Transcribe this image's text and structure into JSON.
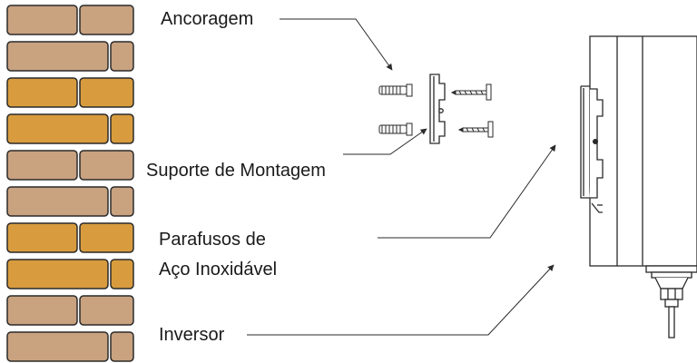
{
  "labels": {
    "anchor": "Ancoragem",
    "bracket": "Suporte de Montagem",
    "screws_line1": "Parafusos de",
    "screws_line2": "Aço Inoxidável",
    "inverter": "Inversor"
  },
  "colors": {
    "brick_tan": "#c9a280",
    "brick_orange": "#d89c3e",
    "outline": "#2a2a2a",
    "text": "#1a1a1a"
  },
  "wall": {
    "rows": [
      "tan",
      "tan",
      "orange",
      "orange",
      "tan",
      "tan",
      "orange",
      "orange",
      "tan",
      "tan"
    ]
  }
}
